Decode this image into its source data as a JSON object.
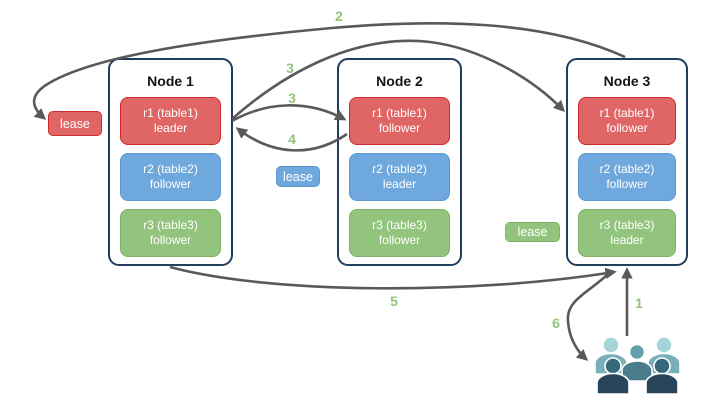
{
  "nodes": [
    {
      "title": "Node 1",
      "replicas": [
        {
          "name": "r1 (table1)",
          "role": "leader",
          "color": "red"
        },
        {
          "name": "r2 (table2)",
          "role": "follower",
          "color": "blue"
        },
        {
          "name": "r3 (table3)",
          "role": "follower",
          "color": "green"
        }
      ]
    },
    {
      "title": "Node 2",
      "replicas": [
        {
          "name": "r1 (table1)",
          "role": "follower",
          "color": "red"
        },
        {
          "name": "r2 (table2)",
          "role": "leader",
          "color": "blue"
        },
        {
          "name": "r3 (table3)",
          "role": "follower",
          "color": "green"
        }
      ]
    },
    {
      "title": "Node 3",
      "replicas": [
        {
          "name": "r1 (table1)",
          "role": "follower",
          "color": "red"
        },
        {
          "name": "r2 (table2)",
          "role": "follower",
          "color": "blue"
        },
        {
          "name": "r3 (table3)",
          "role": "leader",
          "color": "green"
        }
      ]
    }
  ],
  "leases": [
    {
      "label": "lease",
      "color": "red"
    },
    {
      "label": "lease",
      "color": "blue"
    },
    {
      "label": "lease",
      "color": "green"
    }
  ],
  "steps": {
    "s1": "1",
    "s2": "2",
    "s3a": "3",
    "s3b": "3",
    "s4": "4",
    "s5": "5",
    "s6": "6"
  },
  "icons": {
    "users_group": "users-group-icon (five people)"
  },
  "colors": {
    "background": "#ffffff",
    "node_border": "#233d60",
    "node_title": "#141414",
    "replica_red_fill": "#e06666",
    "replica_red_border": "#cc2b2b",
    "replica_blue_fill": "#6fa8dc",
    "replica_blue_border": "#5d99cf",
    "replica_green_fill": "#93c47d",
    "replica_green_border": "#7fb266",
    "arrow": "#595959",
    "step_label": "#93c47d",
    "users_light_head": "#a6d4d8",
    "users_light_body": "#79afb8",
    "users_mid_head": "#63a0ab",
    "users_mid_body": "#4a7c8b",
    "users_dark_head": "#376879",
    "users_dark_body": "#27465c"
  }
}
